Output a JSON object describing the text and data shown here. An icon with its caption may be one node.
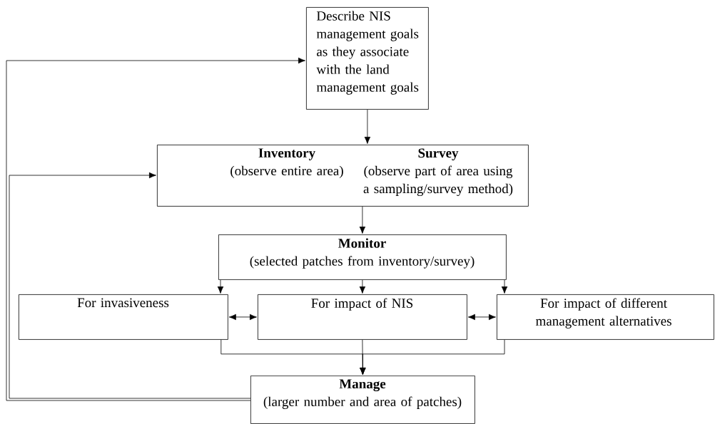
{
  "diagram": {
    "nodes": [
      {
        "text": [
          "Describe NIS management goals as they associate with the land management goals"
        ]
      },
      {
        "text": [
          "Inventory",
          "(observe entire area)",
          "Survey",
          "(observe part of area using a sampling/survey method)"
        ]
      },
      {
        "text": [
          "Monitor",
          "(selected patches from inventory/survey)"
        ]
      },
      {
        "text": [
          "For invasiveness"
        ]
      },
      {
        "text": [
          "For impact of NIS"
        ]
      },
      {
        "text": [
          "For impact of different management alternatives"
        ]
      },
      {
        "text": [
          "Manage",
          "(larger number and area of patches)"
        ]
      }
    ],
    "edges": [
      {
        "from": 0,
        "to": 1,
        "arrow": "to"
      },
      {
        "from": 1,
        "to": 2,
        "arrow": "to"
      },
      {
        "from": 2,
        "to": 3,
        "arrow": "to"
      },
      {
        "from": 2,
        "to": 4,
        "arrow": "to"
      },
      {
        "from": 2,
        "to": 5,
        "arrow": "to"
      },
      {
        "from": 3,
        "to": 4,
        "arrow": "both"
      },
      {
        "from": 4,
        "to": 5,
        "arrow": "both"
      },
      {
        "from": 3,
        "to": 6,
        "arrow": "to"
      },
      {
        "from": 4,
        "to": 6,
        "arrow": "to"
      },
      {
        "from": 5,
        "to": 6,
        "arrow": "to"
      },
      {
        "from": 6,
        "to": 0,
        "arrow": "to"
      },
      {
        "from": 6,
        "to": 1,
        "arrow": "to"
      }
    ]
  }
}
